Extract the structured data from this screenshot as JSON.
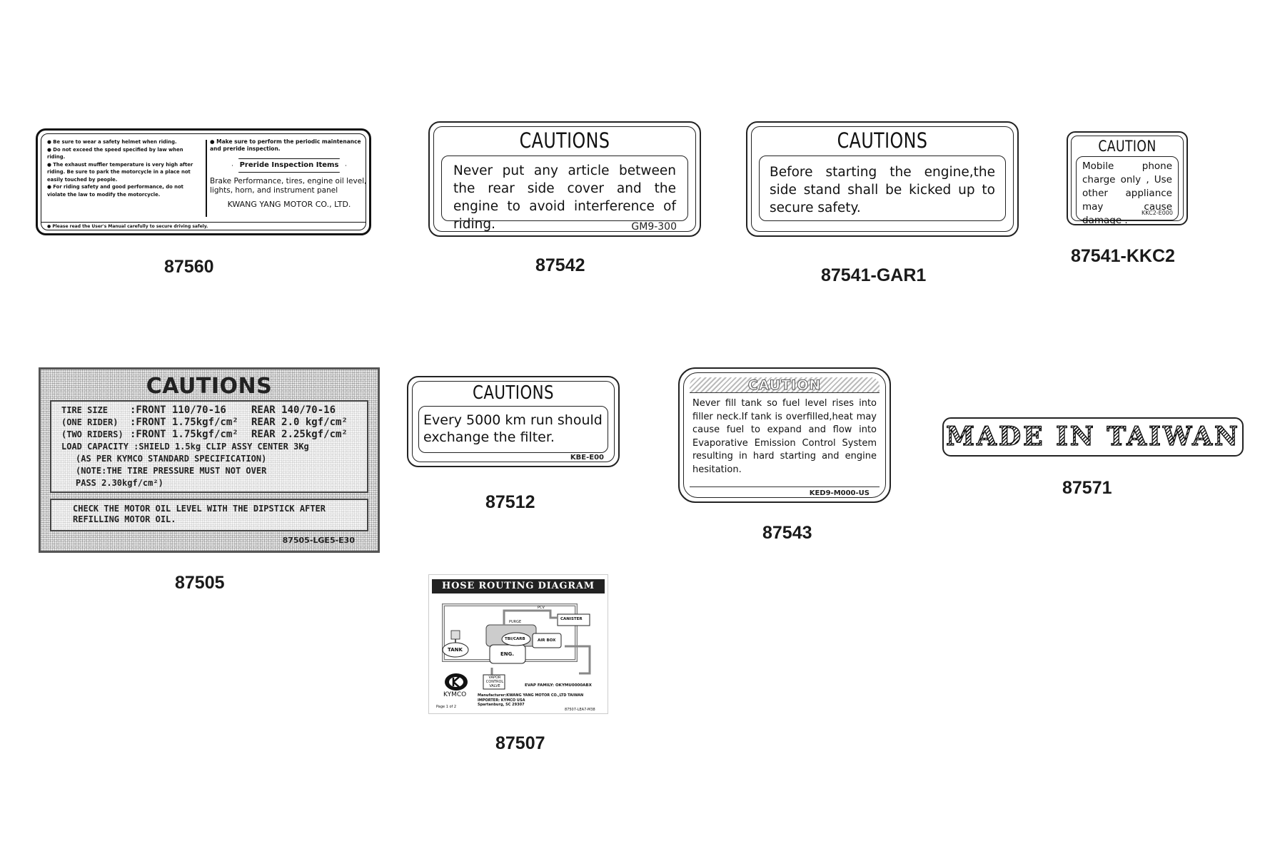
{
  "decals": {
    "d87560": {
      "part_number": "87560",
      "left_bullets": [
        "● Be sure to wear a safety helmet when riding.",
        "● Do not exceed the speed specified by law when riding.",
        "● The exhaust muffler temperature is very high after riding. Be sure to park the motorcycle in a place not easily touched by people.",
        "● For riding safety and good performance, do not violate the law to modify the motorcycle."
      ],
      "right_bullet": "● Make sure to perform the periodic maintenance and preride inspection.",
      "tag": "Preride Inspection Items",
      "brake_text": "Brake Performance, tires, engine oil level, lights, horn, and instrument panel",
      "maker": "KWANG YANG MOTOR CO., LTD.",
      "footer": "● Please read the User's Manual carefully to secure driving safely."
    },
    "d87542": {
      "part_number": "87542",
      "title": "CAUTIONS",
      "message": "Never put any article between the rear side cover and the engine to avoid interference of riding.",
      "code": "GM9-300"
    },
    "d87541g": {
      "part_number": "87541-GAR1",
      "title": "CAUTIONS",
      "message": "Before starting the engine,the side stand shall be kicked up to secure safety."
    },
    "d87541k": {
      "part_number": "87541-KKC2",
      "title": "CAUTION",
      "message": "Mobile phone charge only , Use other appliance may cause damage .",
      "code": "KKC2-E000"
    },
    "d87505": {
      "part_number": "87505",
      "title": "CAUTIONS",
      "rows": [
        {
          "a": "TIRE SIZE",
          "b": ":FRONT 110/70-16",
          "c": "REAR 140/70-16"
        },
        {
          "a": "(ONE RIDER)",
          "b": ":FRONT 1.75kgf/cm²",
          "c": "REAR 2.0 kgf/cm²"
        },
        {
          "a": "(TWO RIDERS)",
          "b": ":FRONT 1.75kgf/cm²",
          "c": "REAR 2.25kgf/cm²"
        }
      ],
      "load": "LOAD CAPACITY :SHIELD 1.5kg CLIP ASSY CENTER 3Kg",
      "spec_note": "(AS PER KYMCO STANDARD SPECIFICATION)",
      "pressure_note": "(NOTE:THE TIRE PRESSURE MUST NOT OVER",
      "pressure_note2": "PASS 2.30kgf/cm²)",
      "oil": "CHECK THE MOTOR OIL LEVEL WITH THE DIPSTICK AFTER REFILLING MOTOR OIL.",
      "code": "87505-LGE5-E30"
    },
    "d87512": {
      "part_number": "87512",
      "title": "CAUTIONS",
      "message_line1": "Every 5000 km run should",
      "message_line2": "exchange the filter.",
      "code": "KBE-E00"
    },
    "d87543": {
      "part_number": "87543",
      "title": "CAUTION",
      "message": "Never fill tank so fuel level rises into filler neck.If tank is overfilled,heat may cause fuel to expand and flow into Evaporative Emission Control System resulting in hard starting and engine hesitation.",
      "code": "KED9-M000-US"
    },
    "d87571": {
      "part_number": "87571",
      "text": "MADE IN TAIWAN"
    },
    "d87507": {
      "part_number": "87507",
      "title": "HOSE ROUTING DIAGRAM",
      "labels": {
        "tank": "TANK",
        "eng": "ENG.",
        "tbi": "TBI/CARB",
        "airbox": "AIR BOX",
        "canister": "CANISTER",
        "purge": "PURGE",
        "pcv": "PCV",
        "vapor": "VAPOR CONTROL VALVE",
        "kymco": "KYMCO",
        "evap": "EVAP FAMILY: OKYMU0000ABX",
        "manufacturer": "Manufacturer:KWANG YANG MOTOR CO.,LTD TAIWAN",
        "importer": "IMPORTER: KYMCO USA",
        "city": "Spartanburg, SC 29307",
        "page": "Page 1 of 2",
        "code": "87507-LEA7-M38"
      }
    }
  }
}
